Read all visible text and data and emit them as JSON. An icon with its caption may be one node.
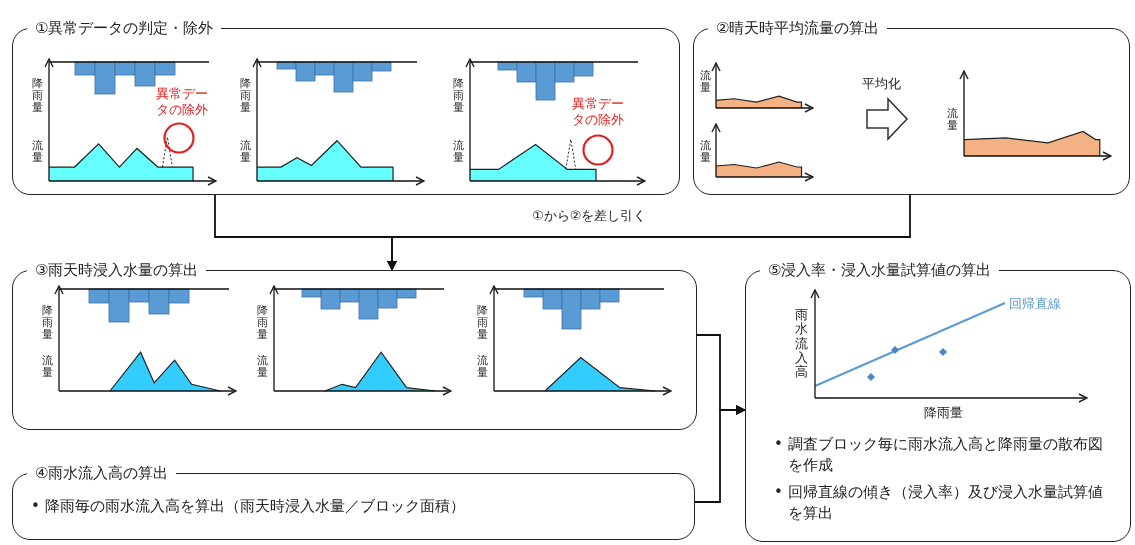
{
  "diagram": {
    "nodes": [
      {
        "text": [
          "①異常データの判定・除外"
        ]
      },
      {
        "text": [
          "②晴天時平均流量の算出"
        ]
      },
      {
        "text": [
          "③雨天時浸入水量の算出"
        ]
      },
      {
        "text": [
          "④雨水流入高の算出",
          "• 降雨毎の雨水流入高を算出（雨天時浸入水量／ブロック面積）"
        ]
      },
      {
        "text": [
          "⑤浸入率・浸入水量試算値の算出",
          "• 調査ブロック毎に雨水流入高と降雨量の散布図を作成",
          "• 回帰直線の傾き（浸入率）及び浸入水量試算値を算出"
        ]
      }
    ],
    "edges": [
      {
        "from": 0,
        "to": 2,
        "arrow": "to"
      },
      {
        "from": 1,
        "to": 2,
        "label": "①から②を差し引く",
        "arrow": "to"
      },
      {
        "from": 2,
        "to": 4,
        "arrow": "to"
      },
      {
        "from": 3,
        "to": 4,
        "arrow": "to"
      }
    ],
    "labels": [
      "降雨量",
      "異常データの除外",
      "流量",
      "降雨量",
      "流量",
      "降雨量",
      "異常データの除外",
      "流量",
      "流量",
      "平均化",
      "流量",
      "流量",
      "降雨量",
      "流量",
      "降雨量",
      "流量",
      "降雨量",
      "流量",
      "回帰直線",
      "雨水流入高",
      "降雨量"
    ]
  }
}
